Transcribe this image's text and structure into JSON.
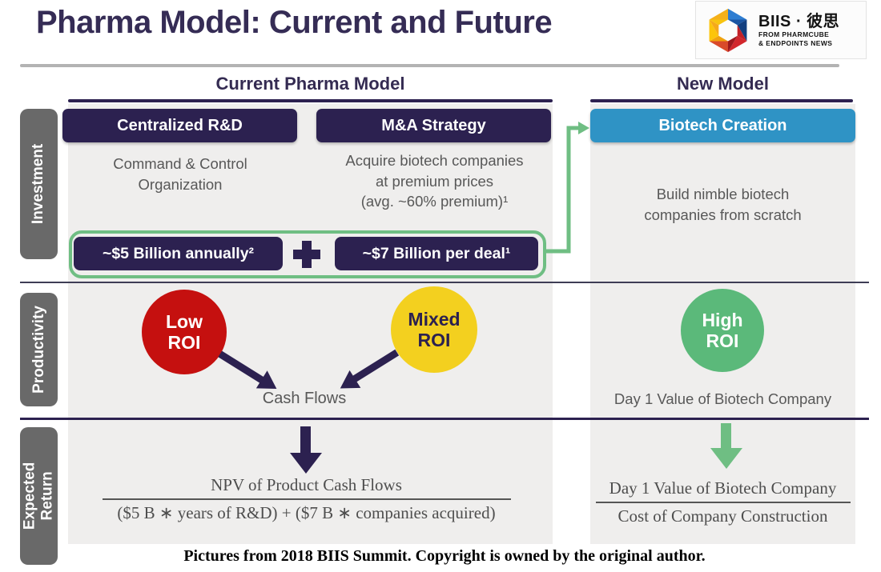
{
  "title": "Pharma Model: Current and Future",
  "logo": {
    "brand": "BIIS · 彼思",
    "tagline1": "FROM PHARMCUBE",
    "tagline2": "& ENDPOINTS NEWS"
  },
  "columns": {
    "current_label": "Current Pharma Model",
    "new_label": "New Model"
  },
  "row_labels": {
    "investment": "Investment",
    "productivity": "Productivity",
    "expected_return": "Expected Return"
  },
  "investment": {
    "centralized_rd": {
      "header": "Centralized R&D",
      "lines": [
        "Command & Control",
        "Organization"
      ]
    },
    "ma_strategy": {
      "header": "M&A Strategy",
      "lines": [
        "Acquire biotech companies",
        "at premium prices",
        "(avg. ~60% premium)¹"
      ]
    },
    "biotech_creation": {
      "header": "Biotech Creation",
      "lines": [
        "Build nimble biotech",
        "companies from scratch"
      ]
    },
    "spend_left": "~$5 Billion annually²",
    "spend_right": "~$7 Billion per deal¹"
  },
  "productivity": {
    "low_roi": [
      "Low",
      "ROI"
    ],
    "mixed_roi": [
      "Mixed",
      "ROI"
    ],
    "high_roi": [
      "High",
      "ROI"
    ],
    "cash_flows": "Cash Flows",
    "day1_value": "Day 1 Value of Biotech Company"
  },
  "expected_return": {
    "current_numerator": "NPV of Product Cash Flows",
    "current_denominator": "($5 B ∗ years of R&D) + ($7 B ∗ companies acquired)",
    "new_numerator": "Day 1 Value of Biotech Company",
    "new_denominator": "Cost of Company Construction"
  },
  "footer_caption": "Pictures from 2018 BIIS Summit. Copyright is owned by the original author.",
  "colors": {
    "dark_purple": "#2c2150",
    "title_purple": "#352c55",
    "blue_header": "#2f93c5",
    "green_accent": "#6fbe83",
    "green_circle": "#5bb97a",
    "red_circle": "#c5100f",
    "yellow_circle": "#f3d01f",
    "sidebar_gray": "#696969",
    "panel_bg": "#efeeed",
    "text_gray": "#585858"
  }
}
